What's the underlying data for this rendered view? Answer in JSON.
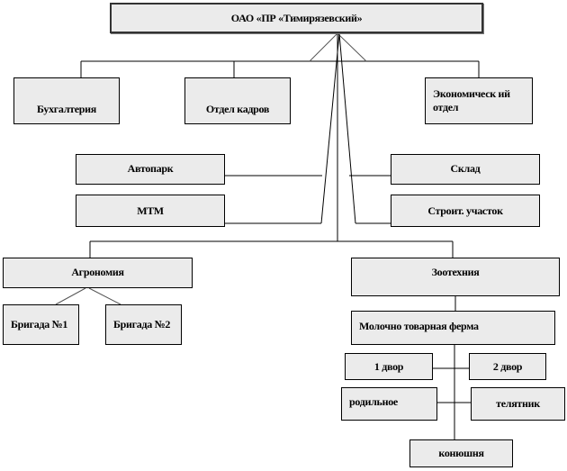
{
  "title": "ОАО «ПР «Тимирязевский»",
  "departments": {
    "accounting": "Бухгалтерия",
    "hr": "Отдел кадров",
    "economic": "Экономическ ий отдел",
    "motor_pool": "Автопарк",
    "mtm": "МТМ",
    "warehouse": "Склад",
    "construction": "Строит. участок",
    "agronomy": "Агрономия",
    "zootechny": "Зоотехния",
    "brigade1": "Бригада №1",
    "brigade2": "Бригада №2",
    "dairy_farm": "Молочно товарная ферма",
    "yard1": "1 двор",
    "yard2": "2 двор",
    "maternity": "родильное",
    "calf_barn": "телятник",
    "stable": "конюшня"
  }
}
